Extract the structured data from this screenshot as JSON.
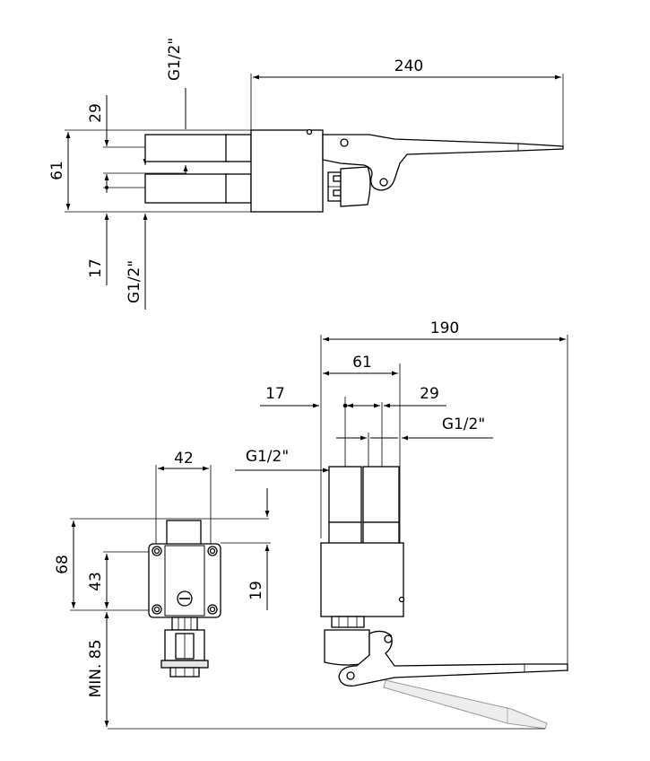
{
  "dimensions": {
    "top_length": "240",
    "top_thread_upper": "G1/2\"",
    "top_29": "29",
    "top_61": "61",
    "top_17": "17",
    "top_thread_lower": "G1/2\"",
    "side_length": "190",
    "side_61": "61",
    "side_17": "17",
    "side_29": "29",
    "side_thread_right": "G1/2\"",
    "side_thread_left": "G1/2\"",
    "front_42": "42",
    "front_68": "68",
    "front_43": "43",
    "front_19": "19",
    "front_min85": "MIN. 85"
  }
}
